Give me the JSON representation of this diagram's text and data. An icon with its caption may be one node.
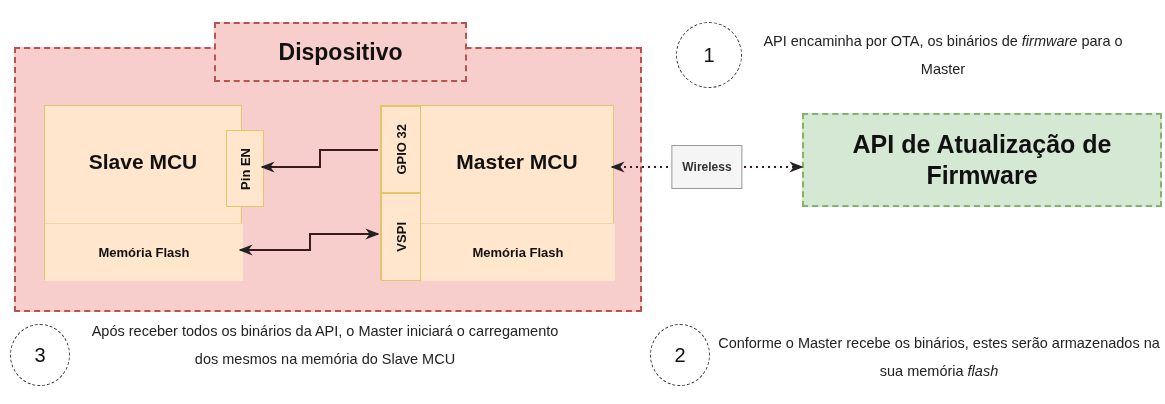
{
  "diagram": {
    "nodes": [
      {
        "text": [
          "Dispositivo"
        ]
      },
      {
        "text": [
          "Slave MCU"
        ],
        "in": 0
      },
      {
        "text": [
          "Memória Flash"
        ],
        "in": 1
      },
      {
        "text": [
          "Pin EN"
        ],
        "in": 0
      },
      {
        "text": [
          "Master MCU"
        ],
        "in": 0
      },
      {
        "text": [
          "GPIO 32"
        ],
        "in": 4
      },
      {
        "text": [
          "VSPI"
        ],
        "in": 4
      },
      {
        "text": [
          "Memória Flash"
        ],
        "in": 4
      },
      {
        "text": [
          "API de Atualização de Firmware"
        ]
      },
      {
        "text": [
          "1"
        ],
        "beside": [
          "API encaminha por OTA, os binários de *firmware* para o Master"
        ]
      },
      {
        "text": [
          "3"
        ],
        "beside": [
          "Após receber todos os binários da API, o Master iniciará o carregamento dos mesmos na memória do Slave MCU"
        ]
      },
      {
        "text": [
          "2"
        ],
        "beside": [
          "Conforme o Master recebe os binários, estes serão armazenados na sua memória *flash*"
        ]
      }
    ],
    "edges": [
      {
        "from": 5,
        "to": 3,
        "arrow": "to"
      },
      {
        "from": 2,
        "to": 6,
        "arrow": "both"
      },
      {
        "from": 4,
        "to": 8,
        "arrow": "both",
        "label": "Wireless",
        "style": "dashed"
      }
    ]
  }
}
